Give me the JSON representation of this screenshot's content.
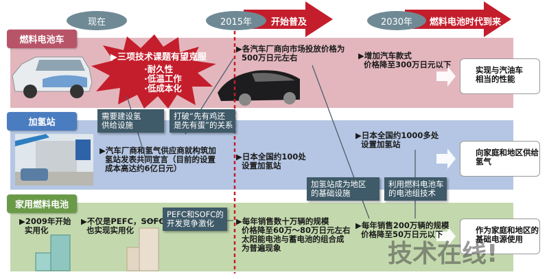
{
  "timeline": {
    "now": "现在",
    "y2015": "2015年",
    "y2015_phase": "开始普及",
    "y2030": "2030年",
    "y2030_phase": "燃料电池时代到来"
  },
  "rows": {
    "fcv": {
      "label": "燃料电池车",
      "burst_title": "▶三项技术课题有望克服",
      "burst_items": [
        "·耐久性",
        "·低温工作",
        "·低成本化"
      ],
      "t2015": "▶各汽车厂商向市场投放价格为\n  500万日元左右",
      "t2030": "▶增加汽车款式\n  价格降至300万日元以下",
      "goal": "实现与汽油车\n相当的性能"
    },
    "station": {
      "label": "加氢站",
      "now": "▶汽车厂商和氢气供应商就构筑加\n  氢站发表共同宣言（目前的设置\n  成本高达约6亿日元）",
      "t2015": "▶日本全国约100处\n  设置加氢站",
      "t2030": "▶日本全国约1000多处\n  设置加氢站",
      "goal": "向家庭和地区供给\n氢气"
    },
    "home": {
      "label": "家用燃料电池",
      "now1": "▶2009年开始\n  实用化",
      "now2": "▶不仅是PEFC，SOFC\n  也实现实用化",
      "t2015": "▶每年销售数十万辆的规模\n  价格降至60万～80万日元左右\n  太阳能电池与蓄电池的组合成\n  为普遍现象",
      "t2030": "▶每年销售200万辆的规模\n  价格降至50万日元以下",
      "goal": "作为家庭和地区的\n基础电源使用"
    }
  },
  "callouts": {
    "c1": "需要建设氢\n供给设施",
    "c2": "打破“先有鸡还\n是先有蛋”的关系",
    "c3": "PEFC和SOFC的\n开发竞争激化",
    "c4": "加氢站成为地区\n的基础设施",
    "c5": "利用燃料电池车\n的电池组技术"
  },
  "watermark": "技术在线!",
  "colors": {
    "red": "#c41e2c",
    "fcv": "#b85468",
    "station": "#4a7cc0",
    "home": "#6a9a48",
    "dark": "#3f5a68"
  }
}
